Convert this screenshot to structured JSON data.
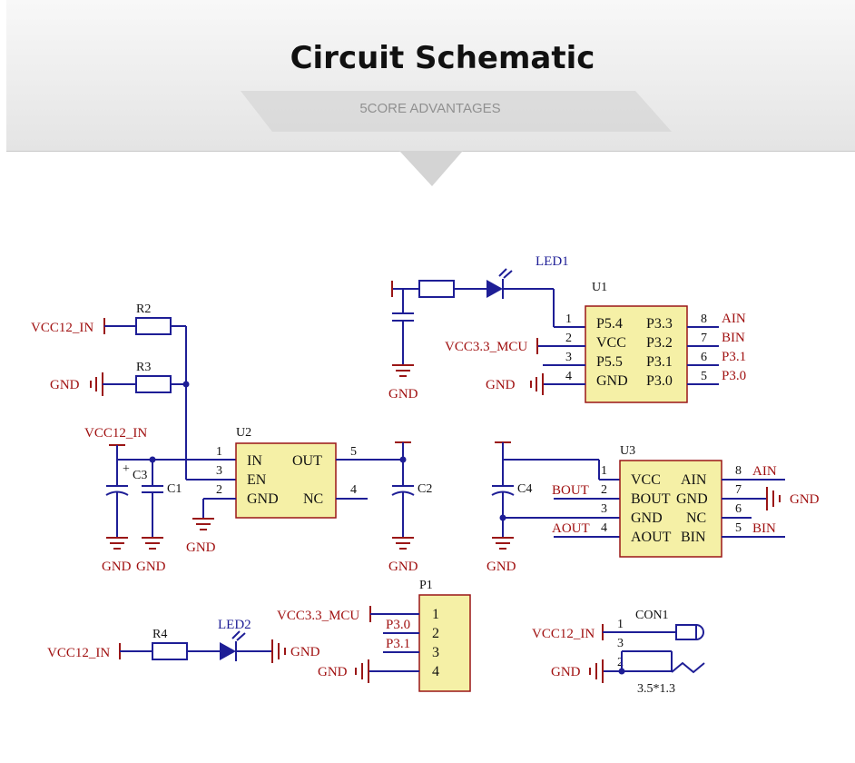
{
  "header": {
    "title": "Circuit  Schematic",
    "subtitle": "5CORE ADVANTAGES"
  },
  "labels": {
    "vcc12_in": "VCC12_IN",
    "vcc33_mcu": "VCC3.3_MCU",
    "gnd": "GND",
    "ain": "AIN",
    "bin": "BIN",
    "aout": "AOUT",
    "bout": "BOUT",
    "p30": "P3.0",
    "p31": "P3.1",
    "con_size": "3.5*1.3"
  },
  "designators": {
    "r2": "R2",
    "r3": "R3",
    "r4": "R4",
    "c1": "C1",
    "c2": "C2",
    "c3": "C3",
    "c4": "C4",
    "led1": "LED1",
    "led2": "LED2",
    "u1": "U1",
    "u2": "U2",
    "u3": "U3",
    "p1": "P1",
    "con1": "CON1"
  },
  "u1": {
    "left_pins": [
      {
        "num": "1",
        "name": "P5.4"
      },
      {
        "num": "2",
        "name": "VCC"
      },
      {
        "num": "3",
        "name": "P5.5"
      },
      {
        "num": "4",
        "name": "GND"
      }
    ],
    "right_pins": [
      {
        "num": "8",
        "name": "P3.3"
      },
      {
        "num": "7",
        "name": "P3.2"
      },
      {
        "num": "6",
        "name": "P3.1"
      },
      {
        "num": "5",
        "name": "P3.0"
      }
    ]
  },
  "u2": {
    "left_pins": [
      {
        "num": "1",
        "name": "IN"
      },
      {
        "num": "3",
        "name": "EN"
      },
      {
        "num": "2",
        "name": "GND"
      }
    ],
    "right_pins": [
      {
        "num": "5",
        "name": "OUT"
      },
      {
        "num": "4",
        "name": "NC"
      }
    ]
  },
  "u3": {
    "left_pins": [
      {
        "num": "1",
        "name": "VCC"
      },
      {
        "num": "2",
        "name": "BOUT"
      },
      {
        "num": "3",
        "name": "GND"
      },
      {
        "num": "4",
        "name": "AOUT"
      }
    ],
    "right_pins": [
      {
        "num": "8",
        "name": "AIN"
      },
      {
        "num": "7",
        "name": "GND"
      },
      {
        "num": "6",
        "name": "NC"
      },
      {
        "num": "5",
        "name": "BIN"
      }
    ]
  },
  "p1": {
    "pins": [
      "1",
      "2",
      "3",
      "4"
    ]
  },
  "con1": {
    "pins": [
      "1",
      "3",
      "2"
    ]
  },
  "colors": {
    "wire": "#1e1e96",
    "power": "#9a1616",
    "part": "#f5f0a6"
  }
}
